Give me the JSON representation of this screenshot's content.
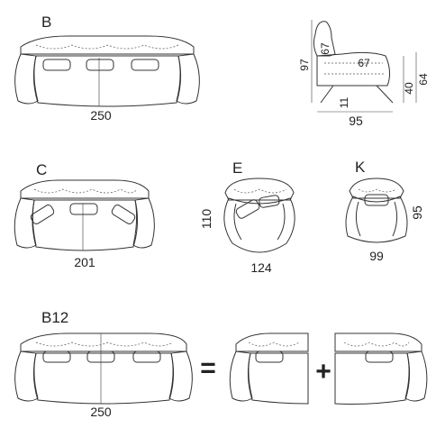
{
  "models": {
    "b": {
      "label": "B",
      "width": "250"
    },
    "c": {
      "label": "C",
      "width": "201"
    },
    "e": {
      "label": "E",
      "width": "124",
      "depth": "110"
    },
    "k": {
      "label": "K",
      "width": "99",
      "depth": "95"
    },
    "b12": {
      "label": "B12",
      "width": "250"
    }
  },
  "side_view": {
    "height": "97",
    "depth": "95",
    "back_height": "64",
    "seat_height": "40",
    "seat_depth": "67",
    "backrest_depth": "67",
    "leg": "11"
  },
  "operators": {
    "equals": "=",
    "plus": "+"
  }
}
